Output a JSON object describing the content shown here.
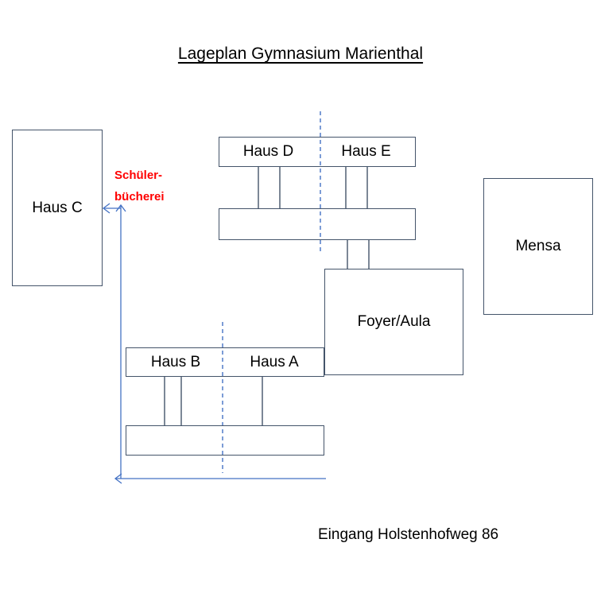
{
  "title": "Lageplan Gymnasium Marienthal",
  "colors": {
    "line_accent": "#4472C4",
    "shape_border": "#44546A",
    "label_red": "#FF0000",
    "text": "#000000",
    "background": "#FFFFFF"
  },
  "buildings": {
    "haus_c": "Haus C",
    "haus_d": "Haus D",
    "haus_e": "Haus E",
    "haus_b": "Haus B",
    "haus_a": "Haus A",
    "mensa": "Mensa",
    "foyer": "Foyer/Aula"
  },
  "labels": {
    "library_line1": "Schüler-",
    "library_line2": "bücherei",
    "entrance": "Eingang Holstenhofweg 86"
  }
}
